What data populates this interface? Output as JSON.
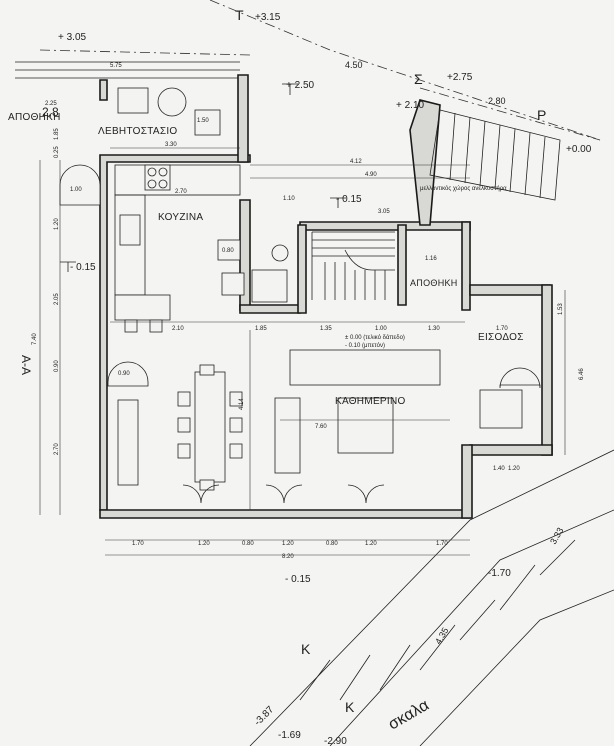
{
  "rooms": {
    "storage_left": "ΑΠΟΘΗΚΗ",
    "boiler_room": "ΛΕΒΗΤΟΣΤΑΣΙΟ",
    "kitchen": "ΚΟΥΖΙΝΑ",
    "storage_small": "ΑΠΟΘΗΚΗ",
    "living": "ΚΑΘΗΜΕΡΙΝΟ",
    "entrance": "ΕΙΣΟΔΟΣ",
    "stairs": "σκαλα"
  },
  "levels": {
    "top_left": "+ 3.05",
    "top_T": "+3.15",
    "mid_250": "+ 2.50",
    "sigma": "+2.75",
    "l_210": "+ 2.10",
    "p_000": "+0.00",
    "l_015_top": "- 0.15",
    "l_015_left": "- 0.15",
    "floor": "± 0.00 (τελικό δάπεδο)",
    "floor2": "- 0.10 (μπετόν)",
    "bottom_015": "- 0.15",
    "stairs_170": "-1.70",
    "stairs_387": "-3.87",
    "stairs_169": "-1.69",
    "stairs_290": "-2.90"
  },
  "points": {
    "T": "T",
    "Sigma": "Σ",
    "P": "P",
    "K1": "K",
    "K2": "K"
  },
  "notes": {
    "elevator": "μελλοντικός χώρος ανελκυστήρα",
    "handwritten": "2,8",
    "left_label": "Α-Α"
  },
  "dims": {
    "d575": "5.75",
    "d225": "2.25",
    "d330": "3.30",
    "d270": "2.70",
    "d412": "4.12",
    "d490": "4.90",
    "d305": "3.05",
    "d450": "4.50",
    "d280": "2.80",
    "d210": "2.10",
    "d185": "1.85",
    "d135": "1.35",
    "d100": "1.00",
    "d130": "1.30",
    "d170": "1.70",
    "d760": "7.60",
    "d414": "4.14",
    "b170": "1.70",
    "b120": "1.20",
    "b080": "0.80",
    "b120b": "1.20",
    "b080b": "0.80",
    "b120c": "1.20",
    "b170b": "1.70",
    "d820": "8.20",
    "v740": "7.40",
    "v205": "2.05",
    "v090": "0.90",
    "v270": "2.70",
    "v185": "1.85",
    "v025": "0.25",
    "v120": "1.20",
    "s333": "3.33",
    "s435": "4.35",
    "s140": "1.40",
    "s120": "1.20",
    "s153": "1.53",
    "s646": "6.46",
    "w100": "1.00",
    "w150": "1.50",
    "w080": "0.80",
    "w110": "1.10",
    "w090": "0.90",
    "w116": "1.16"
  }
}
